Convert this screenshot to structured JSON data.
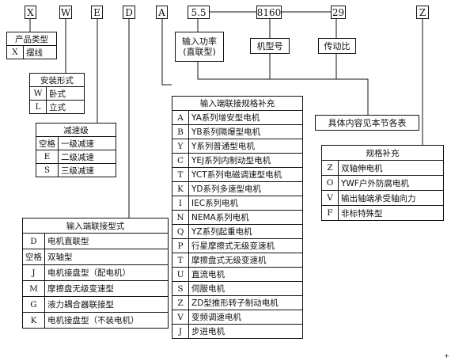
{
  "codes": [
    "X",
    "W",
    "E",
    "D",
    "A",
    "5.5",
    "8160",
    "29",
    "Z"
  ],
  "labels": {
    "power": [
      "输入功率",
      "(直联型)"
    ],
    "model": "机型号",
    "ratio": "传动比",
    "see_table": "具体内容见本节各表"
  },
  "product_type": {
    "title": "产品类型",
    "rows": [
      [
        "X",
        "摆线"
      ]
    ]
  },
  "mount": {
    "title": "安装形式",
    "rows": [
      [
        "W",
        "卧式"
      ],
      [
        "L",
        "立式"
      ]
    ]
  },
  "reduction": {
    "title": "减速级",
    "rows": [
      [
        "空格",
        "一级减速"
      ],
      [
        "E",
        "二级减速"
      ],
      [
        "S",
        "三级减速"
      ]
    ]
  },
  "input_type": {
    "title": "输入端联接型式",
    "rows": [
      [
        "D",
        "电机直联型"
      ],
      [
        "空格",
        "双轴型"
      ],
      [
        "J",
        "电机接盘型（配电机）"
      ],
      [
        "M",
        "摩擦盘无级变速型"
      ],
      [
        "G",
        "液力耦合器联接型"
      ],
      [
        "K",
        "电机接盘型（不装电机）"
      ]
    ]
  },
  "input_spec": {
    "title": "输入端联接规格补充",
    "rows": [
      [
        "A",
        "YA系列增安型电机"
      ],
      [
        "B",
        "YB系列隔爆型电机"
      ],
      [
        "Y",
        "Y系列普通型电机"
      ],
      [
        "C",
        "YEJ系列内制动型电机"
      ],
      [
        "T",
        "YCT系列电磁调速型电机"
      ],
      [
        "K",
        "YD系列多速型电机"
      ],
      [
        "I",
        "IEC系列电机"
      ],
      [
        "N",
        "NEMA系列电机"
      ],
      [
        "Q",
        "YZ系列起重电机"
      ],
      [
        "P",
        "行星摩擦式无级变速机"
      ],
      [
        "T",
        "摩擦盘式无级变速机"
      ],
      [
        "U",
        "直流电机"
      ],
      [
        "S",
        "伺服电机"
      ],
      [
        "Z",
        "ZD型推形转子制动电机"
      ],
      [
        "V",
        "变频调速电机"
      ],
      [
        "J",
        "步进电机"
      ]
    ]
  },
  "spec_supp": {
    "title": "规格补充",
    "rows": [
      [
        "Z",
        "双轴伸电机"
      ],
      [
        "O",
        "YWF户外防腐电机"
      ],
      [
        "V",
        "输出轴端承受轴向力"
      ],
      [
        "F",
        "非标特殊型"
      ]
    ]
  },
  "corner": "+"
}
